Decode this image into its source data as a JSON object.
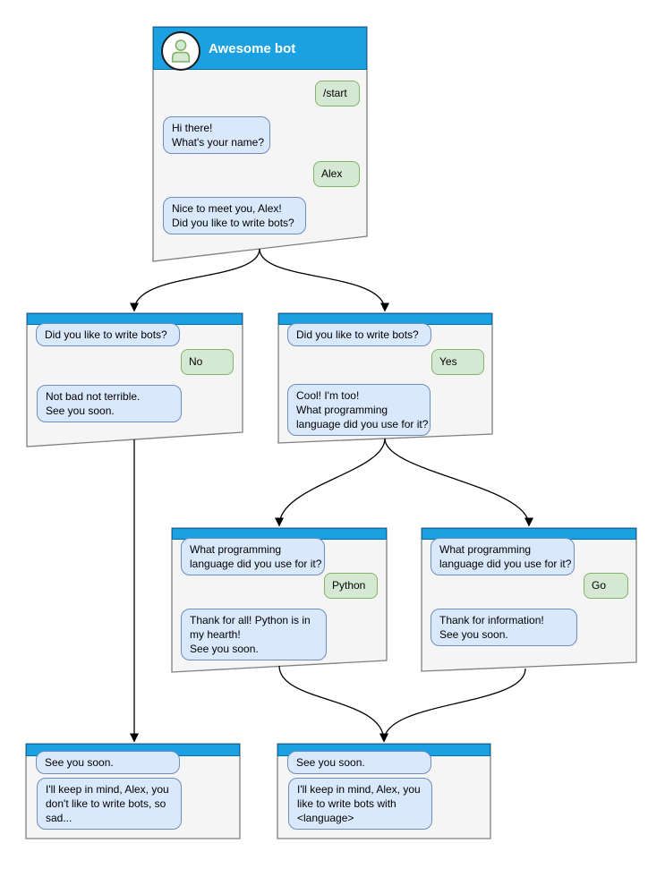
{
  "diagram": {
    "type": "flowchart",
    "description": "Chatbot conversation flow of chat window mockups",
    "colors": {
      "window_header": "#1ba1e2",
      "window_header_border": "#006eaf",
      "window_body": "#f5f5f5",
      "window_border": "#7f7f7f",
      "bot_bubble_fill": "#dae8fc",
      "bot_bubble_border": "#6c8ebf",
      "user_bubble_fill": "#d5e8d4",
      "user_bubble_border": "#82b366",
      "connector": "#000000",
      "canvas_background": "#ffffff"
    },
    "windows": [
      {
        "id": "start",
        "title": "Awesome bot",
        "header_icon": "user-avatar-icon",
        "messages": [
          {
            "from": "user",
            "text": "/start"
          },
          {
            "from": "bot",
            "text": "Hi there!\nWhat's your name?"
          },
          {
            "from": "user",
            "text": "Alex"
          },
          {
            "from": "bot",
            "text": "Nice to meet you, Alex!\nDid you like to write bots?"
          }
        ]
      },
      {
        "id": "branch-no",
        "messages": [
          {
            "from": "bot",
            "text": "Did you like to write bots?"
          },
          {
            "from": "user",
            "text": "No"
          },
          {
            "from": "bot",
            "text": "Not bad not terrible.\nSee you soon."
          }
        ]
      },
      {
        "id": "branch-yes",
        "messages": [
          {
            "from": "bot",
            "text": "Did you like to write bots?"
          },
          {
            "from": "user",
            "text": "Yes"
          },
          {
            "from": "bot",
            "text": "Cool! I'm too!\nWhat programming\nlanguage did you use for it?"
          }
        ]
      },
      {
        "id": "branch-python",
        "messages": [
          {
            "from": "bot",
            "text": "What programming\nlanguage did you use for it?"
          },
          {
            "from": "user",
            "text": "Python"
          },
          {
            "from": "bot",
            "text": "Thank for all! Python is in\nmy hearth!\nSee you soon."
          }
        ]
      },
      {
        "id": "branch-go",
        "messages": [
          {
            "from": "bot",
            "text": "What programming\nlanguage did you use for it?"
          },
          {
            "from": "user",
            "text": "Go"
          },
          {
            "from": "bot",
            "text": "Thank for information!\nSee you soon."
          }
        ]
      },
      {
        "id": "end-no",
        "messages": [
          {
            "from": "bot",
            "text": "See you soon."
          },
          {
            "from": "bot",
            "text": "I'll keep in mind, Alex, you\ndon't like to write bots, so\nsad..."
          }
        ]
      },
      {
        "id": "end-yes",
        "messages": [
          {
            "from": "bot",
            "text": "See you soon."
          },
          {
            "from": "bot",
            "text": "I'll keep in mind, Alex, you\nlike to write bots with\n<language>"
          }
        ]
      }
    ],
    "connectors": [
      {
        "from": "start",
        "to": "branch-no"
      },
      {
        "from": "start",
        "to": "branch-yes"
      },
      {
        "from": "branch-no",
        "to": "end-no"
      },
      {
        "from": "branch-yes",
        "to": "branch-python"
      },
      {
        "from": "branch-yes",
        "to": "branch-go"
      },
      {
        "from": "branch-python",
        "to": "end-yes"
      },
      {
        "from": "branch-go",
        "to": "end-yes"
      }
    ]
  }
}
